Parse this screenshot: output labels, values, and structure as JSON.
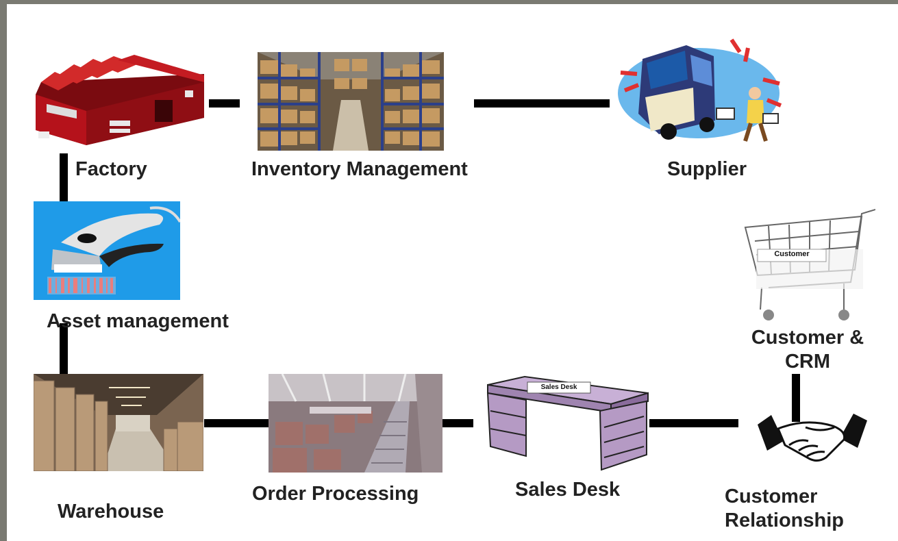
{
  "nodes": {
    "factory": {
      "label": "Factory",
      "icon": "factory-icon"
    },
    "inventory": {
      "label": "Inventory Management",
      "icon": "inventory-shelves-icon"
    },
    "supplier": {
      "label": "Supplier",
      "icon": "delivery-truck-icon"
    },
    "asset": {
      "label": "Asset management",
      "icon": "barcode-scanner-icon"
    },
    "customer_crm": {
      "label_line1": "Customer &",
      "label_line2": "CRM",
      "cart_tag": "Customer",
      "icon": "shopping-cart-icon"
    },
    "warehouse": {
      "label": "Warehouse",
      "icon": "warehouse-icon"
    },
    "order": {
      "label": "Order Processing",
      "icon": "conveyor-icon"
    },
    "sales": {
      "label": "Sales Desk",
      "desk_tag": "Sales Desk",
      "icon": "desk-icon"
    },
    "relationship": {
      "label_line1": "Customer",
      "label_line2": "Relationship",
      "icon": "handshake-icon"
    }
  },
  "colors": {
    "frame": "#7a7a72",
    "background": "#ffffff",
    "connector": "#000000",
    "factory_red": "#b5121b",
    "scanner_bg": "#1f9be8",
    "desk_purple": "#b59ac4"
  }
}
